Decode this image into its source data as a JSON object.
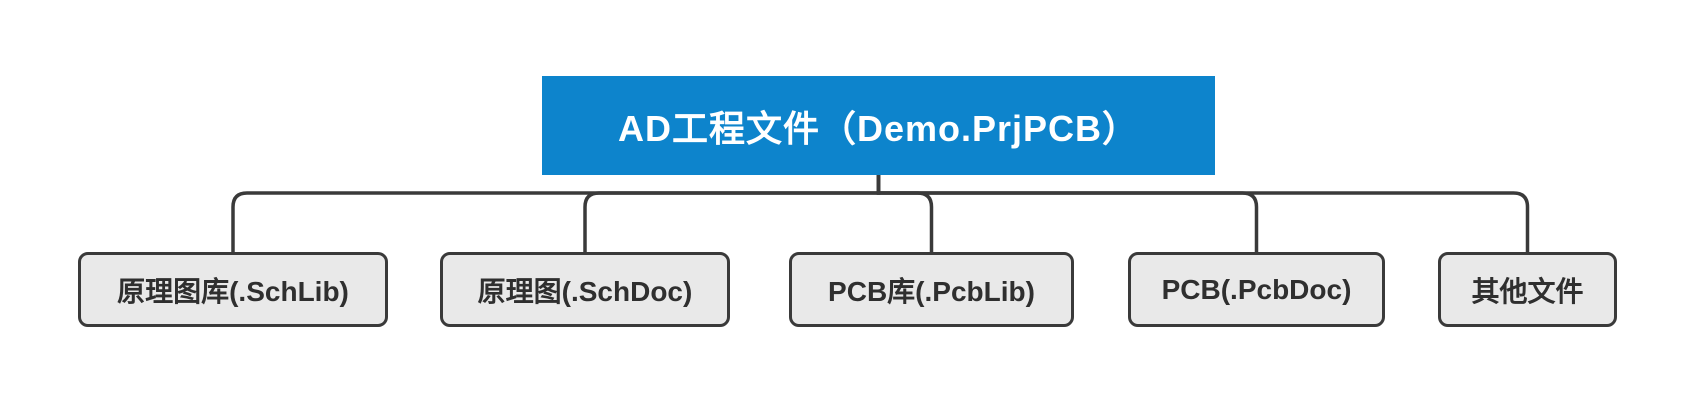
{
  "diagram": {
    "root": {
      "label": "AD工程文件（Demo.PrjPCB）"
    },
    "children": [
      {
        "label": "原理图库(.SchLib)"
      },
      {
        "label": "原理图(.SchDoc)"
      },
      {
        "label": "PCB库(.PcbLib)"
      },
      {
        "label": "PCB(.PcbDoc)"
      },
      {
        "label": "其他文件"
      }
    ],
    "colors": {
      "background": "#FFFFFF",
      "root_bg": "#0D84CC",
      "root_text": "#FFFFFF",
      "child_bg": "#E9E9E9",
      "child_border": "#3A3A3A",
      "child_text": "#2F2F2F",
      "connector": "#3A3A3A"
    }
  }
}
